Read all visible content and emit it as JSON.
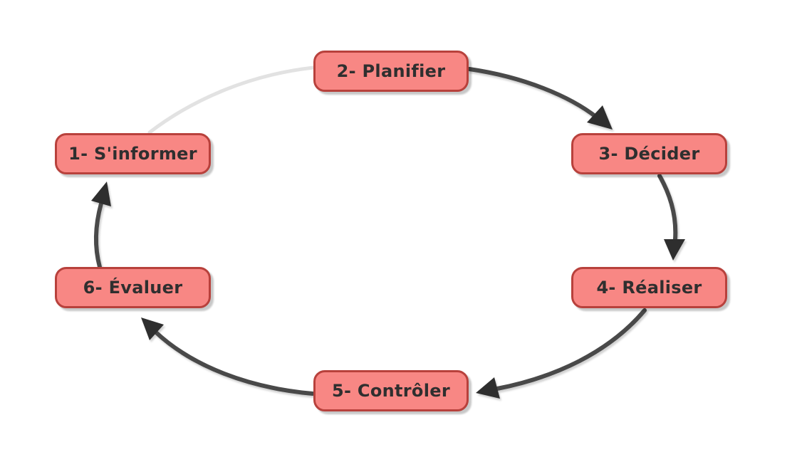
{
  "diagram": {
    "type": "cycle",
    "steps": [
      {
        "id": "s1",
        "label": "1- S'informer"
      },
      {
        "id": "s2",
        "label": "2- Planifier"
      },
      {
        "id": "s3",
        "label": "3- Décider"
      },
      {
        "id": "s4",
        "label": "4- Réaliser"
      },
      {
        "id": "s5",
        "label": "5- Contrôler"
      },
      {
        "id": "s6",
        "label": "6- Évaluer"
      }
    ],
    "edges": [
      {
        "from": "s1",
        "to": "s2",
        "style": "faded"
      },
      {
        "from": "s2",
        "to": "s3",
        "style": "arrow"
      },
      {
        "from": "s3",
        "to": "s4",
        "style": "arrow"
      },
      {
        "from": "s4",
        "to": "s5",
        "style": "arrow"
      },
      {
        "from": "s5",
        "to": "s6",
        "style": "arrow"
      },
      {
        "from": "s6",
        "to": "s1",
        "style": "arrow"
      }
    ],
    "colors": {
      "node_fill": "#f88784",
      "node_border": "#b8413c",
      "arrow": "#4a4a4a",
      "faded_connector": "#e2e2e2",
      "text": "#2f2f2f"
    }
  }
}
